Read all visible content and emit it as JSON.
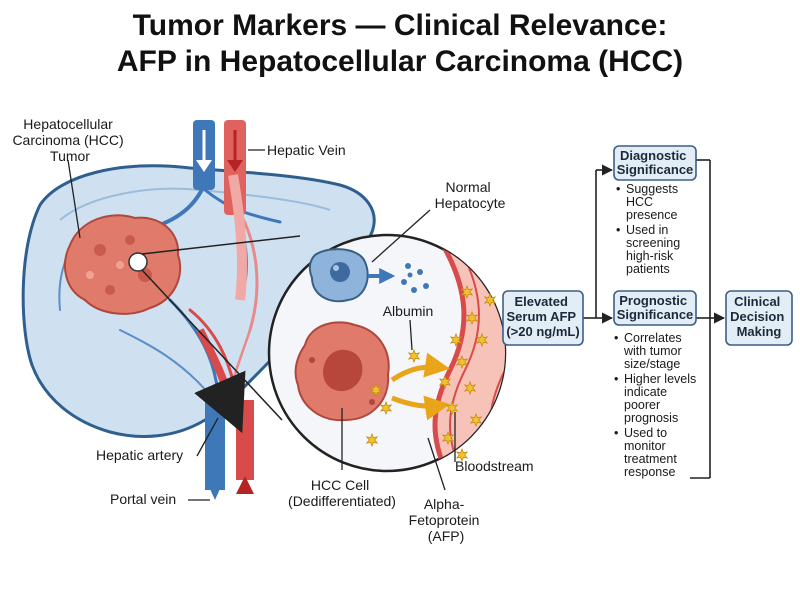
{
  "title": {
    "line1": "Tumor Markers — Clinical Relevance:",
    "line2": "AFP in Hepatocellular Carcinoma (HCC)"
  },
  "labels": {
    "tumor": [
      "Hepatocellular",
      "Carcinoma (HCC)",
      "Tumor"
    ],
    "hepatic_vein": "Hepatic Vein",
    "normal_hepatocyte": [
      "Normal",
      "Hepatocyte"
    ],
    "albumin": "Albumin",
    "hepatic_artery": "Hepatic artery",
    "portal_vein": "Portal vein",
    "hcc_cell": [
      "HCC Cell",
      "(Dedifferentiated)"
    ],
    "afp": [
      "Alpha-",
      "Fetoprotein",
      "(AFP)"
    ],
    "bloodstream": "Bloodstream"
  },
  "flow": {
    "elevated": [
      "Elevated",
      "Serum AFP",
      "(>20 ng/mL)"
    ],
    "diagnostic": {
      "title": [
        "Diagnostic",
        "Significance"
      ],
      "bullets": [
        [
          "Suggests",
          "HCC",
          "presence"
        ],
        [
          "Used in",
          "screening",
          "high-risk",
          "patients"
        ]
      ]
    },
    "prognostic": {
      "title": [
        "Prognostic",
        "Significance"
      ],
      "bullets": [
        [
          "Correlates",
          "with tumor",
          "size/stage"
        ],
        [
          "Higher levels",
          "indicate",
          "poorer",
          "prognosis"
        ],
        [
          "Used to",
          "monitor",
          "treatment",
          "response"
        ]
      ]
    },
    "decision": [
      "Clinical",
      "Decision",
      "Making"
    ]
  },
  "colors": {
    "liver_fill": "#cfe1f1",
    "liver_stroke": "#2f5f8f",
    "vein_blue": "#3f78b8",
    "artery_red": "#d94a4a",
    "tumor_fill": "#e07a6a",
    "afp_yellow": "#f2c22e",
    "box_fill": "#e3edf6",
    "box_stroke": "#3a5f86"
  }
}
